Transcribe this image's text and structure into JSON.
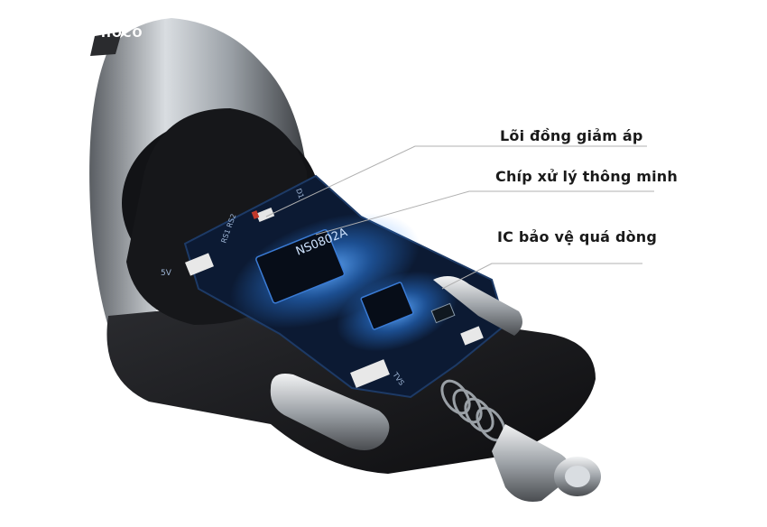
{
  "callouts": {
    "core": "Lõi đồng giảm áp",
    "chip": "Chíp xử lý thông minh",
    "ic": "IC bảo vệ quá dòng"
  },
  "board": {
    "chip_label": "NS0802A",
    "silk_5v": "5V",
    "silk_rs": "RS1\nRS2",
    "silk_d1": "D1",
    "silk_tvs": "TVS"
  },
  "brand_text": "HOCO",
  "colors": {
    "background": "#ffffff",
    "housing": "#1c1d20",
    "metal": "#b9bec4",
    "pcb": "#0c1a33",
    "glow": "#2f8cff",
    "leader_line": "#b0b0b0"
  }
}
